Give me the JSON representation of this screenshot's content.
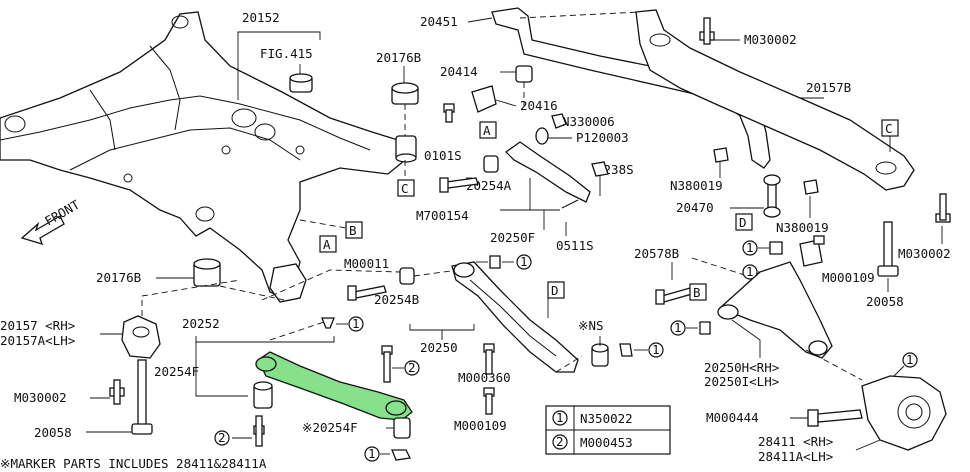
{
  "labels": {
    "p20152": "20152",
    "fig415": "FIG.415",
    "p20176b_top": "20176B",
    "p0101s": "0101S",
    "p20451": "20451",
    "p20414": "20414",
    "p20416": "20416",
    "n330006": "N330006",
    "p120003": "P120003",
    "p0238s": "0238S",
    "p20254a": "20254A",
    "m700154": "M700154",
    "p20250f": "20250F",
    "p0511s": "0511S",
    "m030002_top": "M030002",
    "p20157b": "20157B",
    "n380019_a": "N380019",
    "p20470": "20470",
    "n380019_b": "N380019",
    "m030002_right": "M030002",
    "p20058_right": "20058",
    "front": "FRONT",
    "p20176b_left": "20176B",
    "m00011": "M00011",
    "p20254b": "20254B",
    "p20578b": "20578B",
    "m000109_right": "M000109",
    "p20157_rh": "20157 <RH>",
    "p20157a_lh": "20157A<LH>",
    "p20252": "20252",
    "p20250": "20250",
    "ns": "※NS",
    "p20254f": "20254F",
    "m030002_left": "M030002",
    "m000360": "M000360",
    "p20250h_rh": "20250H<RH>",
    "p20250i_lh": "20250I<LH>",
    "p20058_left": "20058",
    "m000109_bottom": "M000109",
    "p20254f_star": "※20254F",
    "m000444": "M000444",
    "p28411_rh": "28411 <RH>",
    "p28411a_lh": "28411A<LH>",
    "note": "※MARKER PARTS INCLUDES 28411&28411A"
  },
  "refs": {
    "A": "A",
    "B": "B",
    "C": "C",
    "D": "D",
    "one": "1",
    "two": "2"
  },
  "legend": {
    "row1_key": "1",
    "row1_part": "N350022",
    "row2_key": "2",
    "row2_part": "M000453"
  },
  "colors": {
    "highlight": "#86e08c",
    "line": "#111111"
  }
}
